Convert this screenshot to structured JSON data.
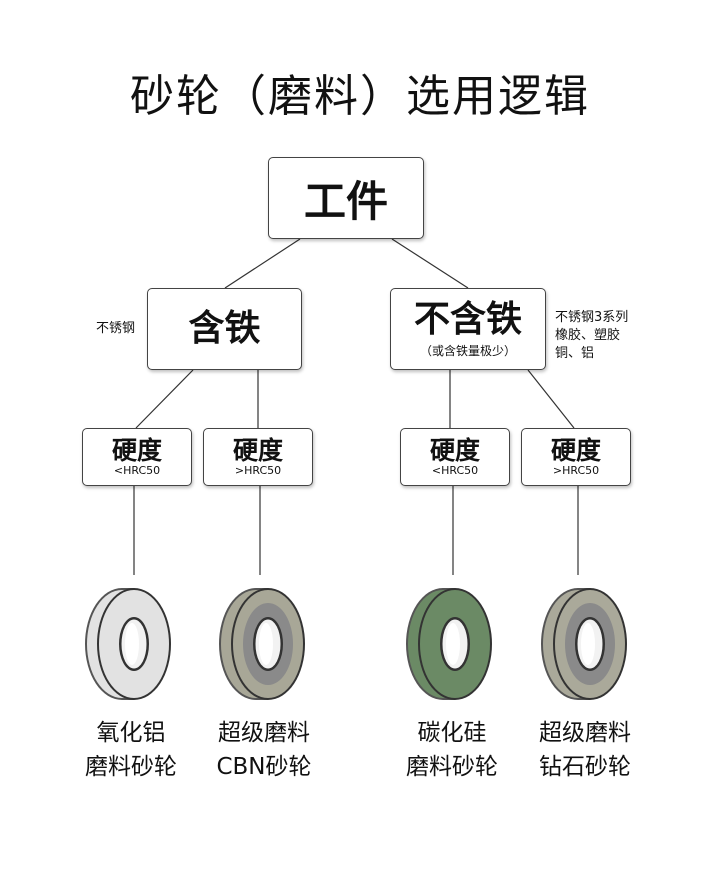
{
  "title": "砂轮（磨料）选用逻辑",
  "root": {
    "label": "工件"
  },
  "left_branch": {
    "label": "含铁",
    "note": "不锈钢"
  },
  "right_branch": {
    "label": "不含铁",
    "sublabel": "（或含铁量极少）",
    "note_lines": [
      "不锈钢3系列",
      "橡胶、塑胶",
      "铜、铝"
    ]
  },
  "hardness": [
    {
      "label": "硬度",
      "sub": "<HRC50"
    },
    {
      "label": "硬度",
      "sub": ">HRC50"
    },
    {
      "label": "硬度",
      "sub": "<HRC50"
    },
    {
      "label": "硬度",
      "sub": ">HRC50"
    }
  ],
  "wheels": [
    {
      "lines": [
        "氧化铝",
        "磨料砂轮"
      ],
      "color": "#e2e2e2",
      "icon": "grinding-wheel-icon"
    },
    {
      "lines": [
        "超级磨料",
        "CBN砂轮"
      ],
      "color": "#a8a797",
      "icon": "grinding-wheel-icon"
    },
    {
      "lines": [
        "碳化硅",
        "磨料砂轮"
      ],
      "color": "#6b8a65",
      "icon": "grinding-wheel-icon"
    },
    {
      "lines": [
        "超级磨料",
        "钻石砂轮"
      ],
      "color": "#aaa99a",
      "icon": "grinding-wheel-icon"
    }
  ]
}
